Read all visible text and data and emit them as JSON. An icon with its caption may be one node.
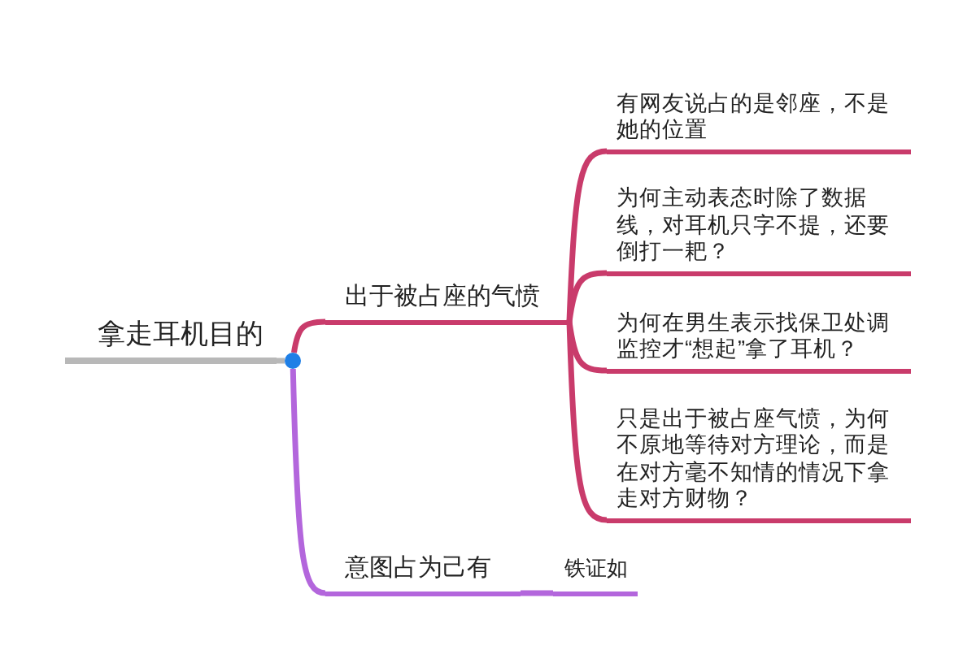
{
  "diagram": {
    "nodes": [
      {
        "text": [
          "拿走耳机目的"
        ]
      },
      {
        "text": [],
        "shape": "circle"
      },
      {
        "text": [
          "出于被占座的气愤"
        ]
      },
      {
        "text": [
          "有网友说占的是邻座，不是她的位置"
        ]
      },
      {
        "text": [
          "为何主动表态时除了数据线，对耳机只字不提，还要倒打一耙？"
        ]
      },
      {
        "text": [
          "为何在男生表示找保卫处调监控才“想起”拿了耳机？"
        ]
      },
      {
        "text": [
          "只是出于被占座气愤，为何不原地等待对方理论，而是在对方毫不知情的情况下拿走对方财物？"
        ]
      },
      {
        "text": [
          "意图占为己有"
        ]
      },
      {
        "text": [
          "铁证如"
        ]
      }
    ],
    "edges": [
      {
        "from": 0,
        "to": 1,
        "arrow": "none",
        "color": "#b8b8b8"
      },
      {
        "from": 1,
        "to": 2,
        "arrow": "none"
      },
      {
        "from": 2,
        "to": 3,
        "arrow": "none"
      },
      {
        "from": 2,
        "to": 4,
        "arrow": "none"
      },
      {
        "from": 2,
        "to": 5,
        "arrow": "none"
      },
      {
        "from": 2,
        "to": 6,
        "arrow": "none"
      },
      {
        "from": 1,
        "to": 7,
        "arrow": "none",
        "color": "#b366dc"
      },
      {
        "from": 7,
        "to": 8,
        "arrow": "none",
        "color": "#b366dc"
      }
    ]
  }
}
